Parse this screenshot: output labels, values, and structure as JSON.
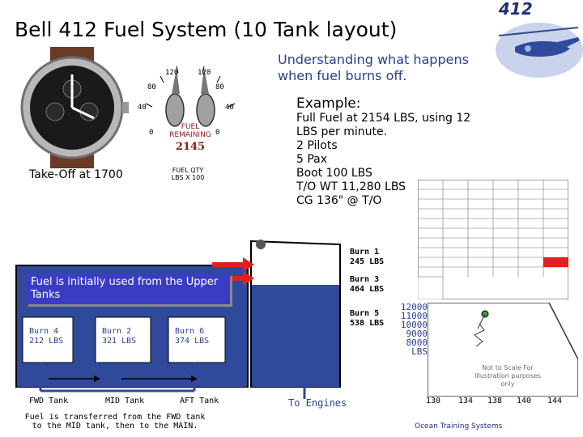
{
  "title": "Bell 412 Fuel System (10 Tank layout)",
  "logo_text": "412",
  "subtitle": "Understanding what happens when fuel burns off.",
  "example": {
    "heading": "Example:",
    "lines": [
      "Full Fuel at 2154 LBS, using 12 LBS per minute.",
      "2 Pilots",
      "5 Pax",
      "Boot 100 LBS",
      "T/O WT 11,280 LBS",
      "CG 136\" @ T/O"
    ]
  },
  "takeoff_label": "Take-Off at 1700",
  "gauge": {
    "ticks": [
      "120",
      "120",
      "80",
      "80",
      "40",
      "40",
      "0",
      "0"
    ],
    "label_line1": "FUEL",
    "label_line2": "REMAINING",
    "value": "2145",
    "qty_line1": "FUEL QTY",
    "qty_line2": "LBS X 100"
  },
  "banner": "Fuel is initially used from the Upper Tanks",
  "tanks": [
    {
      "name": "Burn 4",
      "value": "212 LBS"
    },
    {
      "name": "Burn 2",
      "value": "321 LBS"
    },
    {
      "name": "Burn 6",
      "value": "374 LBS"
    }
  ],
  "burns": [
    {
      "name": "Burn 1",
      "value": "245 LBS"
    },
    {
      "name": "Burn 3",
      "value": "464 LBS"
    },
    {
      "name": "Burn 5",
      "value": "538 LBS"
    }
  ],
  "tank_names": {
    "fwd": "FWD Tank",
    "mid": "MID Tank",
    "aft": "AFT Tank"
  },
  "to_engines": "To Engines",
  "transfer_note": "Fuel is transferred from the FWD tank to the MID tank, then to the MAIN.",
  "weight_axis": [
    "12000",
    "11000",
    "10000",
    "9000",
    "8000",
    "LBS"
  ],
  "cg_axis": [
    "130",
    "134",
    "138",
    "140",
    "144"
  ],
  "scale_note": "Not to Scale For Illustration purposes only",
  "footer": "Ocean Training Systems",
  "colors": {
    "accent_blue": "#2a3f8c",
    "fuel_blue": "#2f4a9a",
    "banner_blue": "#3a3dc4",
    "warn_red": "#e0201c"
  }
}
